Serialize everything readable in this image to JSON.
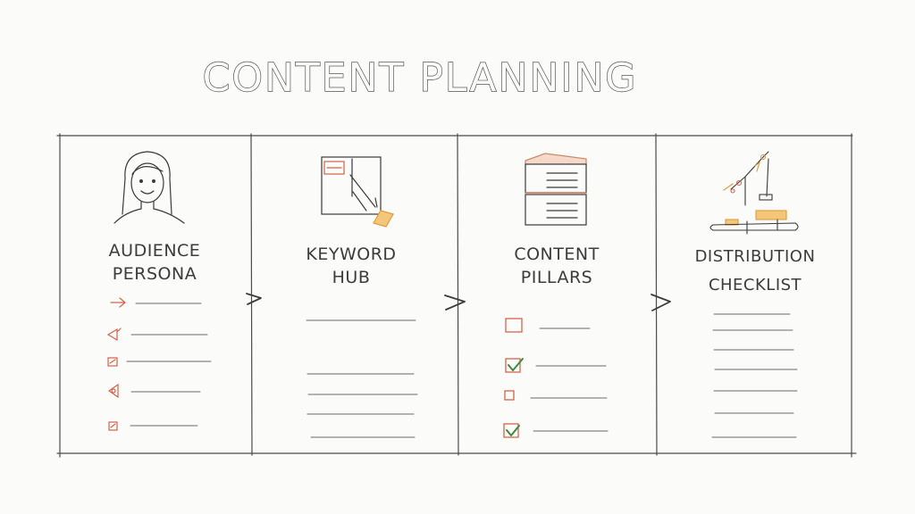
{
  "title": "CONTENT PLANNING",
  "columns": [
    {
      "id": "audience",
      "line1": "AUDIENCE",
      "line2": "PERSONA",
      "icon": "persona-icon",
      "items": 5,
      "item_icon_color": "#d3644a"
    },
    {
      "id": "keyword",
      "line1": "KEYWORD",
      "line2": "HUB",
      "icon": "keyword-card-icon",
      "items": 5
    },
    {
      "id": "pillars",
      "line1": "CONTENT",
      "line2": "PILLARS",
      "icon": "stacked-pillars-icon",
      "checkboxes": [
        false,
        true,
        false,
        true
      ],
      "check_color": "#3e8a3e",
      "box_color": "#d3644a"
    },
    {
      "id": "distribution",
      "line1": "DISTRIBUTION",
      "line2": "CHECKLIST",
      "icon": "distribution-network-icon",
      "items": 7
    }
  ],
  "colors": {
    "ink": "#4a4a4a",
    "accent_orange": "#e39a3b",
    "accent_red": "#d3644a",
    "paper": "#fbfbf9"
  }
}
